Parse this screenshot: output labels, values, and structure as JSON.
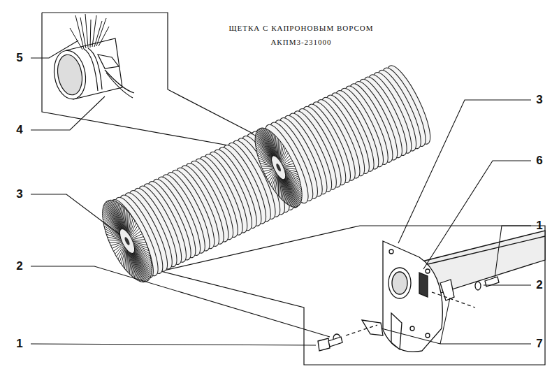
{
  "diagram": {
    "title": "ЩЕТКА С КАПРОНОВЫМ ВОРСОМ",
    "labels": [
      "5",
      "4",
      "3",
      "2",
      "1",
      "3",
      "6",
      "1",
      "2",
      "7",
      "АКПМ3-231000"
    ]
  }
}
